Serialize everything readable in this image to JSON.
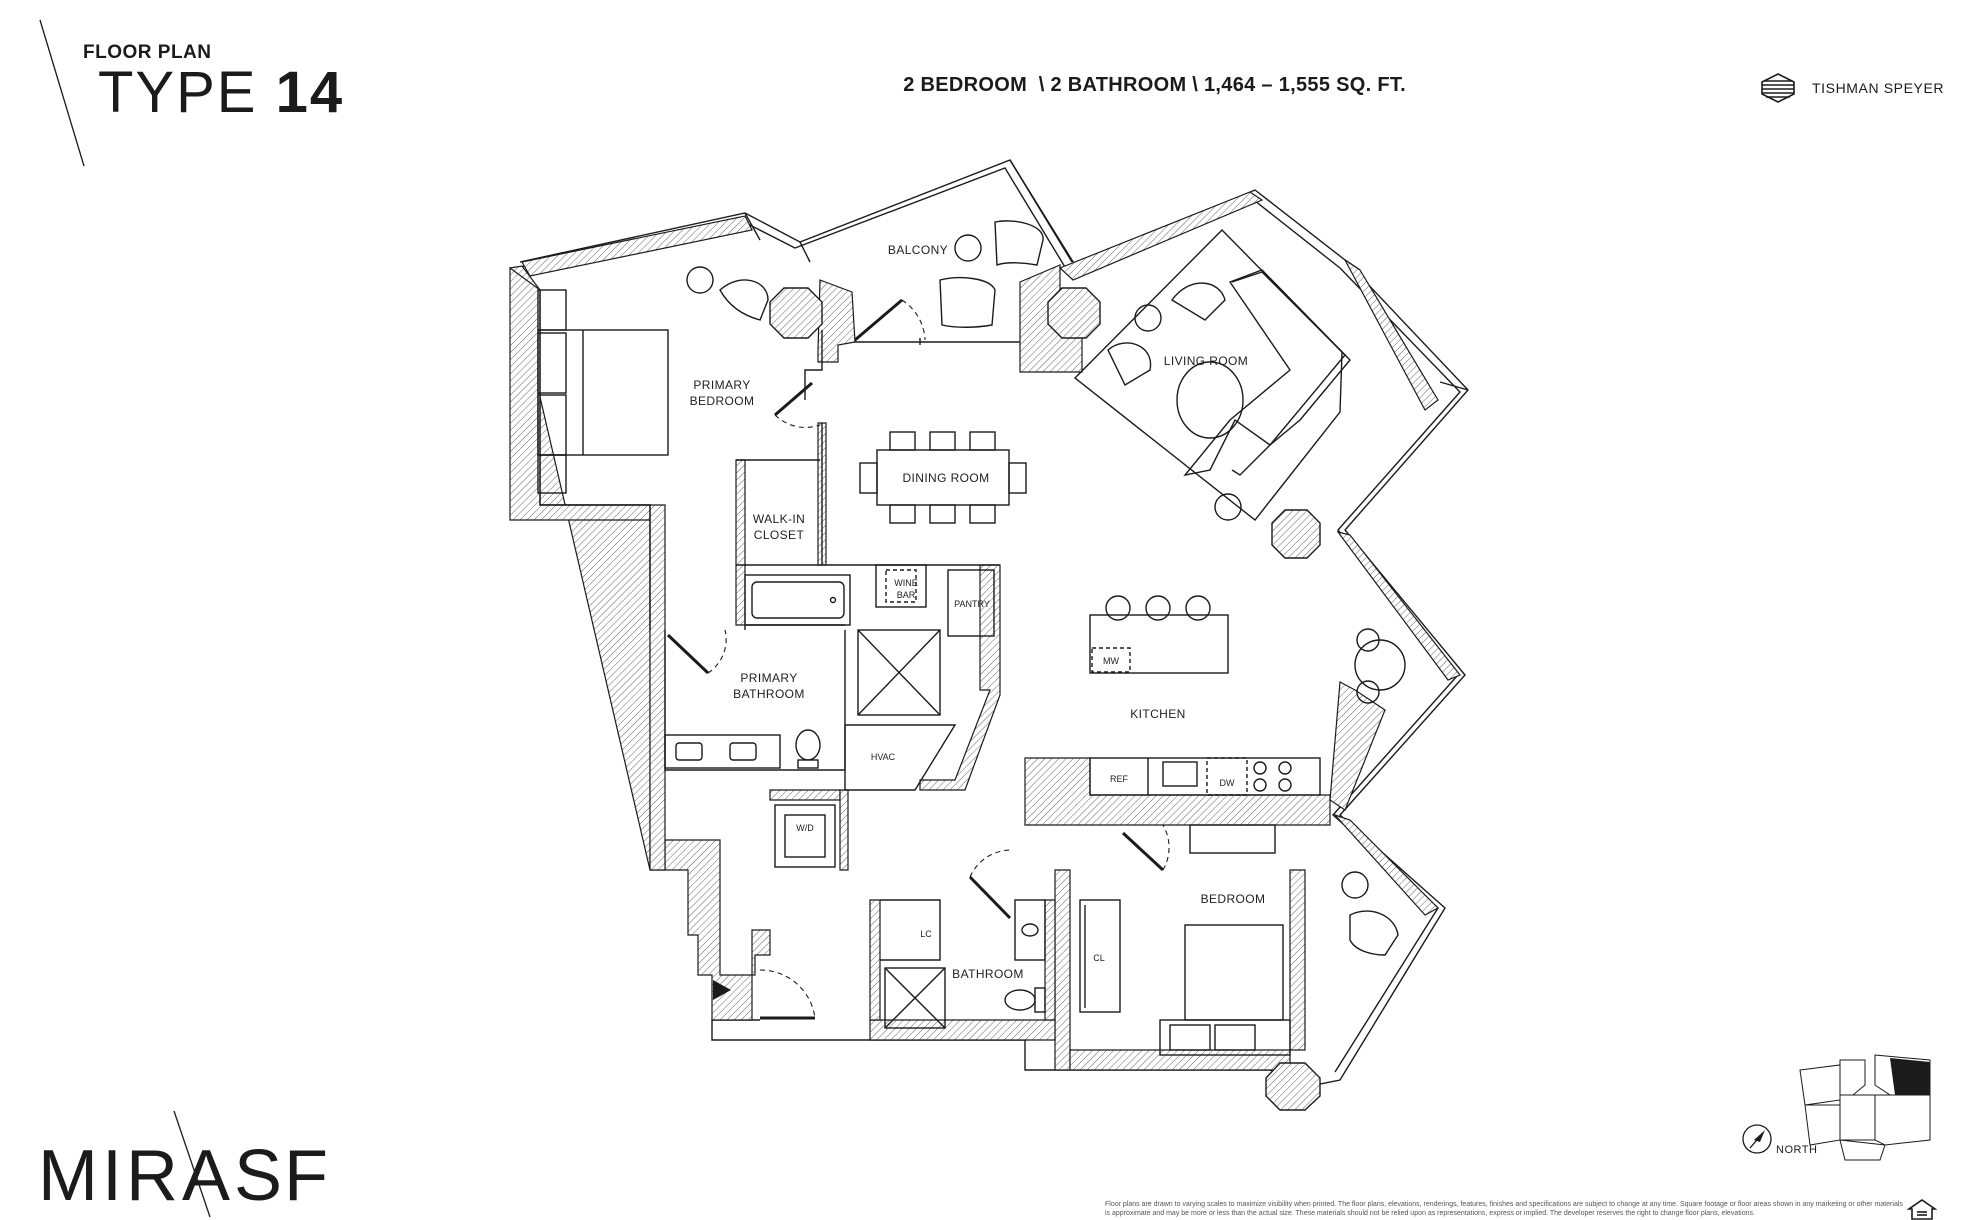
{
  "header": {
    "floor_plan_label": "FLOOR PLAN",
    "type_word": "TYPE",
    "type_number": "14",
    "specs": "2 BEDROOM  \\ 2 BATHROOM \\ 1,464 – 1,555 SQ. FT."
  },
  "brand": {
    "developer": "TISHMAN SPEYER",
    "logo_main": "MIRA",
    "logo_suffix": "SF"
  },
  "rooms": {
    "balcony": "BALCONY",
    "primary_bedroom_1": "PRIMARY",
    "primary_bedroom_2": "BEDROOM",
    "living_room": "LIVING ROOM",
    "dining_room": "DINING ROOM",
    "walkin_1": "WALK-IN",
    "walkin_2": "CLOSET",
    "wine_1": "WINE",
    "wine_2": "BAR",
    "pantry": "PANTRY",
    "primary_bath_1": "PRIMARY",
    "primary_bath_2": "BATHROOM",
    "mw": "MW",
    "kitchen": "KITCHEN",
    "hvac": "HVAC",
    "ref": "REF",
    "dw": "DW",
    "wd": "W/D",
    "lc": "LC",
    "bathroom": "BATHROOM",
    "cl": "CL",
    "bedroom": "BEDROOM"
  },
  "compass": {
    "label": "NORTH"
  },
  "disclaimer": "Floor plans are drawn to varying scales to maximize visibility when printed. The floor plans, elevations, renderings, features, finishes and specifications are subject to change at any time. Square footage or floor areas shown in any marketing or other materials is approximate and may be more or less than the actual size. These materials should not be relied upon as representations, express or implied. The developer reserves the right to change floor plans, elevations.",
  "colors": {
    "ink": "#1b1b1b",
    "hatch": "#555555",
    "key_fill": "#1b1b1b"
  }
}
